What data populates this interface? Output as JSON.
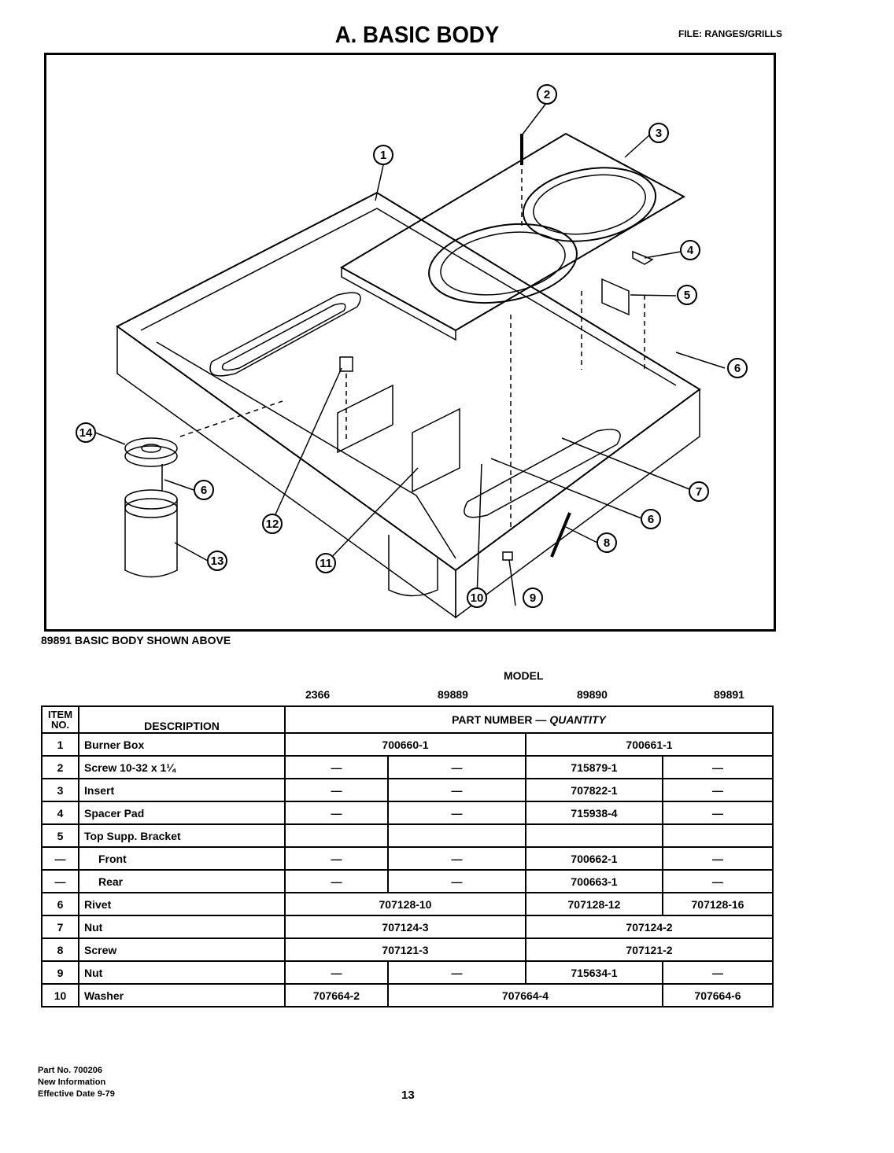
{
  "page": {
    "title": "A. BASIC BODY",
    "file": "FILE: RANGES/GRILLS",
    "caption": "89891 BASIC BODY SHOWN ABOVE",
    "page_number": "13",
    "footer": [
      "Part No. 700206",
      "New Information",
      "Effective Date 9-79"
    ]
  },
  "callouts": [
    "1",
    "2",
    "3",
    "4",
    "5",
    "6",
    "7",
    "8",
    "9",
    "10",
    "11",
    "12",
    "13",
    "14",
    "6",
    "6"
  ],
  "table": {
    "model_label": "MODEL",
    "models": [
      "2366",
      "89889",
      "89890",
      "89891"
    ],
    "header": {
      "item_no_top": "ITEM",
      "item_no_bottom": "NO.",
      "description": "DESCRIPTION",
      "part_number": "PART NUMBER — ",
      "quantity": "QUANTITY"
    },
    "rows": [
      {
        "no": "1",
        "desc": "Burner Box",
        "cells": [
          {
            "span": 2,
            "v": "700660-1"
          },
          {
            "span": 2,
            "v": "700661-1"
          }
        ]
      },
      {
        "no": "2",
        "desc": "Screw 10-32 x 1¼",
        "cells": [
          {
            "span": 1,
            "v": "—"
          },
          {
            "span": 1,
            "v": "—"
          },
          {
            "span": 1,
            "v": "715879-1"
          },
          {
            "span": 1,
            "v": "—"
          }
        ]
      },
      {
        "no": "3",
        "desc": "Insert",
        "cells": [
          {
            "span": 1,
            "v": "—"
          },
          {
            "span": 1,
            "v": "—"
          },
          {
            "span": 1,
            "v": "707822-1"
          },
          {
            "span": 1,
            "v": "—"
          }
        ]
      },
      {
        "no": "4",
        "desc": "Spacer Pad",
        "cells": [
          {
            "span": 1,
            "v": "—"
          },
          {
            "span": 1,
            "v": "—"
          },
          {
            "span": 1,
            "v": "715938-4"
          },
          {
            "span": 1,
            "v": "—"
          }
        ]
      },
      {
        "no": "5",
        "desc": "Top Supp. Bracket",
        "cells": [
          {
            "span": 1,
            "v": ""
          },
          {
            "span": 1,
            "v": ""
          },
          {
            "span": 1,
            "v": ""
          },
          {
            "span": 1,
            "v": ""
          }
        ]
      },
      {
        "no": "—",
        "desc": "Front",
        "indent": true,
        "cells": [
          {
            "span": 1,
            "v": "—"
          },
          {
            "span": 1,
            "v": "—"
          },
          {
            "span": 1,
            "v": "700662-1"
          },
          {
            "span": 1,
            "v": "—"
          }
        ]
      },
      {
        "no": "—",
        "desc": "Rear",
        "indent": true,
        "cells": [
          {
            "span": 1,
            "v": "—"
          },
          {
            "span": 1,
            "v": "—"
          },
          {
            "span": 1,
            "v": "700663-1"
          },
          {
            "span": 1,
            "v": "—"
          }
        ]
      },
      {
        "no": "6",
        "desc": "Rivet",
        "cells": [
          {
            "span": 2,
            "v": "707128-10"
          },
          {
            "span": 1,
            "v": "707128-12"
          },
          {
            "span": 1,
            "v": "707128-16"
          }
        ]
      },
      {
        "no": "7",
        "desc": "Nut",
        "cells": [
          {
            "span": 2,
            "v": "707124-3"
          },
          {
            "span": 2,
            "v": "707124-2"
          }
        ]
      },
      {
        "no": "8",
        "desc": "Screw",
        "cells": [
          {
            "span": 2,
            "v": "707121-3"
          },
          {
            "span": 2,
            "v": "707121-2"
          }
        ]
      },
      {
        "no": "9",
        "desc": "Nut",
        "cells": [
          {
            "span": 1,
            "v": "—"
          },
          {
            "span": 1,
            "v": "—"
          },
          {
            "span": 1,
            "v": "715634-1"
          },
          {
            "span": 1,
            "v": "—"
          }
        ]
      },
      {
        "no": "10",
        "desc": "Washer",
        "cells": [
          {
            "span": 1,
            "v": "707664-2"
          },
          {
            "span": 2,
            "v": "707664-4"
          },
          {
            "span": 1,
            "v": "707664-6"
          }
        ]
      }
    ]
  }
}
